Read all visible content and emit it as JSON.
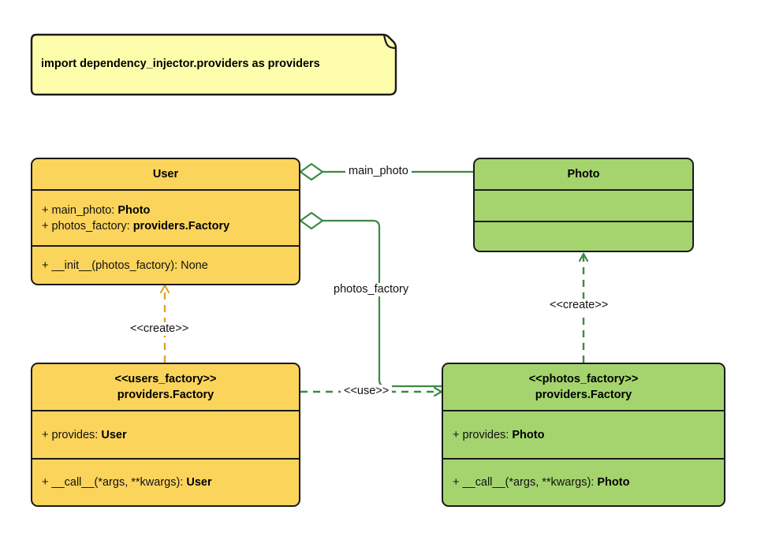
{
  "diagram": {
    "type": "uml-class-diagram",
    "background": "#ffffff",
    "palette": {
      "yellow_fill": "#fbd45c",
      "green_fill": "#a5d46f",
      "note_fill": "#fdfdab",
      "outline": "#1a1a1a",
      "green_edge": "#3c8a42",
      "amber_edge": "#e0a32e"
    }
  },
  "note": {
    "text": "import dependency_injector.providers as providers"
  },
  "classes": {
    "user": {
      "name": "User",
      "attributes": [
        {
          "visibility": "+",
          "name": "main_photo:",
          "type": "Photo"
        },
        {
          "visibility": "+",
          "name": "photos_factory:",
          "type": "providers.Factory"
        }
      ],
      "methods": [
        {
          "visibility": "+",
          "signature": "__init__(photos_factory): None",
          "type": ""
        }
      ]
    },
    "photo": {
      "name": "Photo",
      "attributes": [],
      "methods": []
    },
    "users_factory": {
      "stereotype": "<<users_factory>>",
      "name": "providers.Factory",
      "attributes": [
        {
          "visibility": "+",
          "name": "provides:",
          "type": "User"
        }
      ],
      "methods": [
        {
          "visibility": "+",
          "signature": "__call__(*args, **kwargs):",
          "type": "User"
        }
      ]
    },
    "photos_factory": {
      "stereotype": "<<photos_factory>>",
      "name": "providers.Factory",
      "attributes": [
        {
          "visibility": "+",
          "name": "provides:",
          "type": "Photo"
        }
      ],
      "methods": [
        {
          "visibility": "+",
          "signature": "__call__(*args, **kwargs):",
          "type": "Photo"
        }
      ]
    }
  },
  "relations": {
    "main_photo": {
      "label": "main_photo",
      "kind": "aggregation",
      "from": "User",
      "to": "Photo",
      "color": "#3c8a42"
    },
    "photos_factory": {
      "label": "photos_factory",
      "kind": "aggregation",
      "from": "User",
      "to": "photos_factory",
      "color": "#3c8a42"
    },
    "create_user": {
      "label": "<<create>>",
      "kind": "dependency",
      "from": "users_factory",
      "to": "User",
      "color": "#e0a32e"
    },
    "create_photo": {
      "label": "<<create>>",
      "kind": "dependency",
      "from": "photos_factory",
      "to": "Photo",
      "color": "#3c8a42"
    },
    "use": {
      "label": "<<use>>",
      "kind": "dependency",
      "from": "users_factory",
      "to": "photos_factory",
      "color": "#3c8a42"
    }
  }
}
